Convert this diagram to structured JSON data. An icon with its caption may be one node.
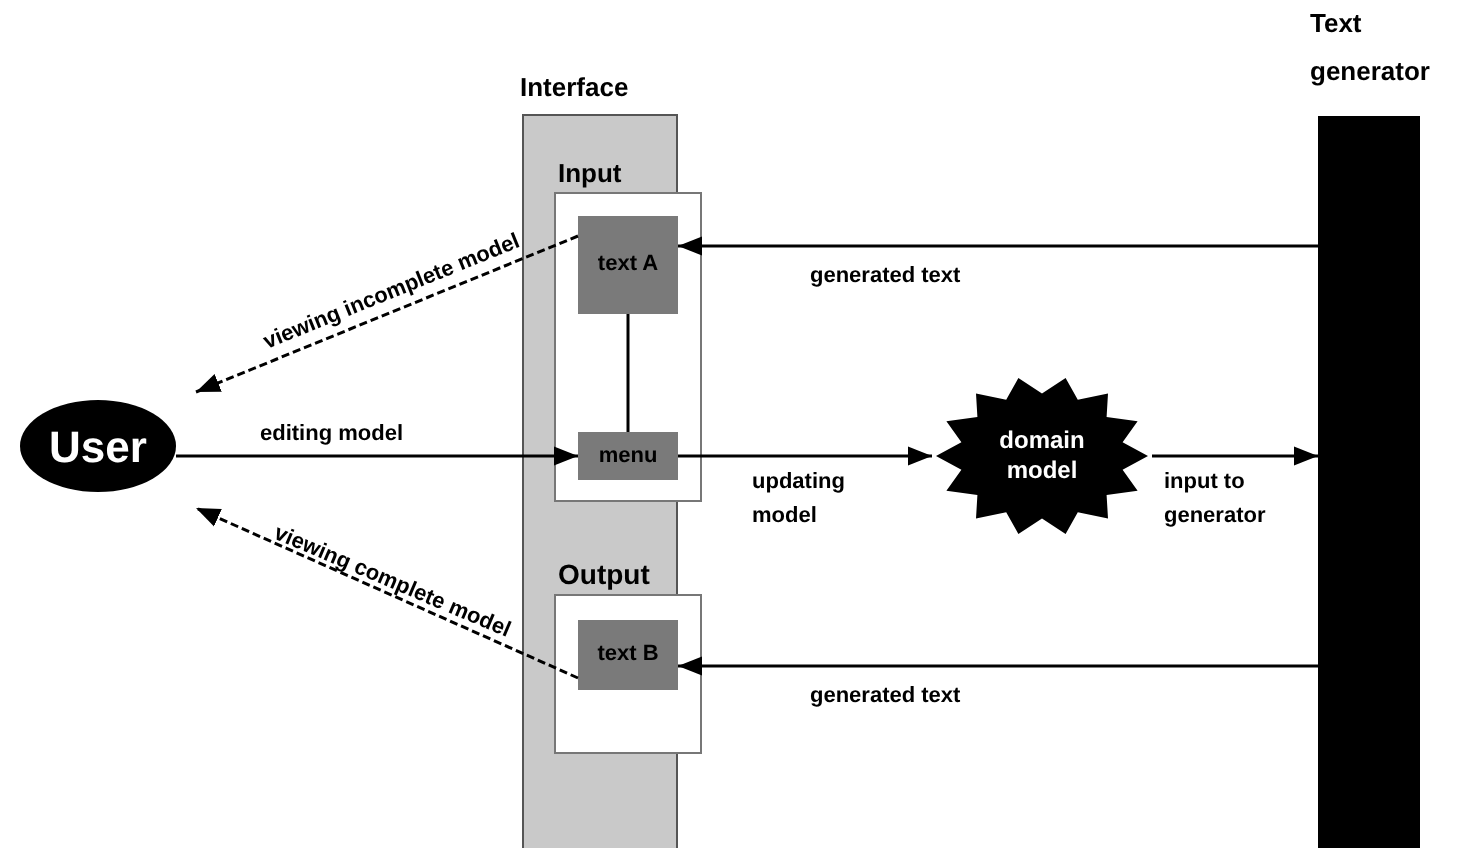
{
  "diagram": {
    "nodes": [
      {
        "text": [
          "User"
        ]
      },
      {
        "text": [
          "Interface"
        ]
      },
      {
        "text": [
          "Input"
        ],
        "in": 1
      },
      {
        "text": [
          "text A"
        ],
        "in": 2
      },
      {
        "text": [
          "menu"
        ],
        "in": 2
      },
      {
        "text": [
          "Output"
        ],
        "in": 1
      },
      {
        "text": [
          "text B"
        ],
        "in": 5
      },
      {
        "text": [
          "domain model"
        ]
      },
      {
        "text": [
          "Text generator"
        ]
      }
    ],
    "edges": [
      {
        "from": 8,
        "to": 3,
        "arrow": "to",
        "label": "generated text"
      },
      {
        "from": 3,
        "to": 0,
        "arrow": "to",
        "label": "viewing incomplete model",
        "style": "dashed"
      },
      {
        "from": 0,
        "to": 4,
        "arrow": "to",
        "label": "editing model"
      },
      {
        "from": 3,
        "to": 4,
        "arrow": "none"
      },
      {
        "from": 4,
        "to": 7,
        "arrow": "to",
        "label": "updating model"
      },
      {
        "from": 7,
        "to": 8,
        "arrow": "to",
        "label": "input to generator"
      },
      {
        "from": 6,
        "to": 0,
        "arrow": "to",
        "label": "viewing complete model",
        "style": "dashed"
      },
      {
        "from": 8,
        "to": 6,
        "arrow": "to",
        "label": "generated text"
      }
    ]
  }
}
